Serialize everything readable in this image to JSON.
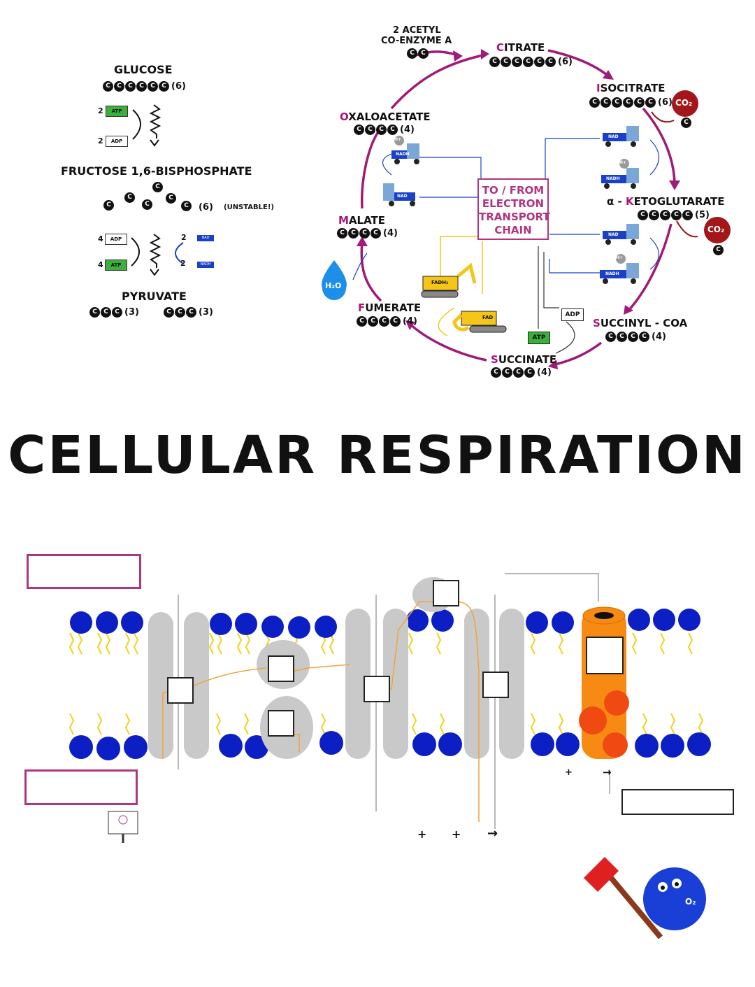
{
  "title": "CELLULAR RESPIRATION",
  "glycolysis": {
    "glucose": {
      "name": "GLUCOSE",
      "count": "(6)"
    },
    "step1": {
      "atp_in": "2",
      "atp_label": "ATP",
      "adp_out": "2",
      "adp_label": "ADP"
    },
    "fructose": {
      "name": "FRUCTOSE 1,6-BISPHOSPHATE",
      "count": "(6)",
      "note": "(UNSTABLE!)"
    },
    "step2": {
      "adp_in": "4",
      "adp_label": "ADP",
      "atp_out": "4",
      "atp_label": "ATP",
      "nad_in": "2",
      "nad_label": "NAD",
      "nadh_out": "2",
      "nadh_label": "NADH"
    },
    "pyruvate": {
      "name": "PYRUVATE",
      "count_a": "(3)",
      "count_b": "(3)"
    }
  },
  "krebs": {
    "acetyl": {
      "line1": "2 ACETYL",
      "line2": "CO-ENZYME A"
    },
    "citrate": {
      "initial": "C",
      "rest": "ITRATE",
      "count": "(6)"
    },
    "isocitrate": {
      "initial": "I",
      "rest": "SOCITRATE",
      "count": "(6)"
    },
    "ketoglutarate": {
      "prefix": "α - ",
      "initial": "K",
      "rest": "ETOGLUTARATE",
      "count": "(5)"
    },
    "succinyl": {
      "initial": "S",
      "rest": "UCCINYL - COA",
      "count": "(4)"
    },
    "succinate": {
      "initial": "S",
      "rest": "UCCINATE",
      "count": "(4)"
    },
    "fumerate": {
      "initial": "F",
      "rest": "UMERATE",
      "count": "(4)"
    },
    "malate": {
      "initial": "M",
      "rest": "ALATE",
      "count": "(4)"
    },
    "oxaloacetate": {
      "initial": "O",
      "rest": "XALOACETATE",
      "count": "(4)"
    },
    "center": {
      "line1": "TO / FROM",
      "line2": "ELECTRON",
      "line3": "TRANSPORT",
      "line4": "CHAIN"
    },
    "co2_label": "CO₂",
    "h2o_label": "H₂O",
    "nad_label": "NAD",
    "nadh_label": "NADH",
    "h_plus": "H+",
    "fadh2_label": "FADH₂",
    "fad_label": "FAD",
    "atp_label": "ATP",
    "adp_label": "ADP",
    "carbon_glyph": "C"
  },
  "etc": {
    "plus": "+",
    "arrow": "→",
    "o2_label": "O₂"
  },
  "colors": {
    "magenta": "#b0137a",
    "membrane_head": "#0b1fc4",
    "tail": "#f2d21b",
    "protein_gray": "#c9c9c9",
    "atp_synthase": "#f68a12",
    "electron_path": "#f0a43a",
    "co2_red": "#9b1214"
  }
}
